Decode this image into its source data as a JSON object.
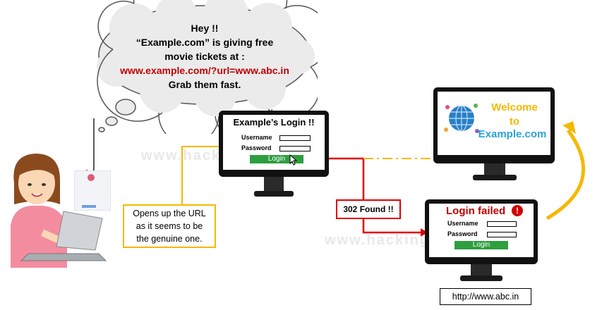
{
  "cloud": {
    "line1": "Hey !!",
    "line2": "“Example.com” is giving free",
    "line3": "movie tickets at :",
    "url": "www.example.com/?url=www.abc.in",
    "line5": "Grab them fast."
  },
  "victim_note": {
    "line1": "Opens up the URL",
    "line2": "as it seems to be",
    "line3": "the genuine one."
  },
  "login_monitor": {
    "title": "Example’s Login !!",
    "username_label": "Username",
    "password_label": "Password",
    "button_label": "Login"
  },
  "welcome_monitor": {
    "line1": "Welcome",
    "line2": "to",
    "line3": "Example.com"
  },
  "failed_monitor": {
    "title": "Login failed",
    "username_label": "Username",
    "password_label": "Password",
    "button_label": "Login"
  },
  "redirect_label": {
    "code": "302",
    "text": "Found !!"
  },
  "url_label": "http://www.abc.in",
  "watermark": "www.hackingarticles.in",
  "colors": {
    "yellow_line": "#f5b800",
    "red_line": "#e00000",
    "green_button": "#2e9e3f",
    "welcome_text": "#f5b800",
    "example_text": "#2aa3d8",
    "failed_text": "#c00000"
  }
}
